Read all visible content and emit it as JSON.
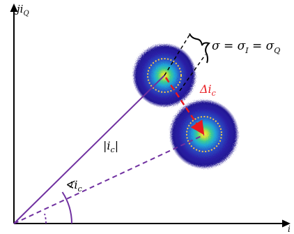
{
  "axes": {
    "y_label_main": "ji",
    "y_label_sub": "Q",
    "x_label": "i"
  },
  "labels": {
    "magnitude_left": "|i",
    "magnitude_sub": "c",
    "magnitude_right": "|",
    "angle_symbol": "∢i",
    "angle_sub": "c",
    "delta": "Δi",
    "delta_sub": "c",
    "sigma_eq_1": "σ = σ",
    "sigma_sub_i": "I",
    "sigma_eq_2": " = σ",
    "sigma_sub_q": "Q"
  },
  "colors": {
    "axis": "#000000",
    "vector": "#7030a0",
    "delta_arrow": "#e8191f",
    "delta_label": "#e8191f",
    "circle_dots": "#f7c948",
    "bracket": "#000000"
  }
}
